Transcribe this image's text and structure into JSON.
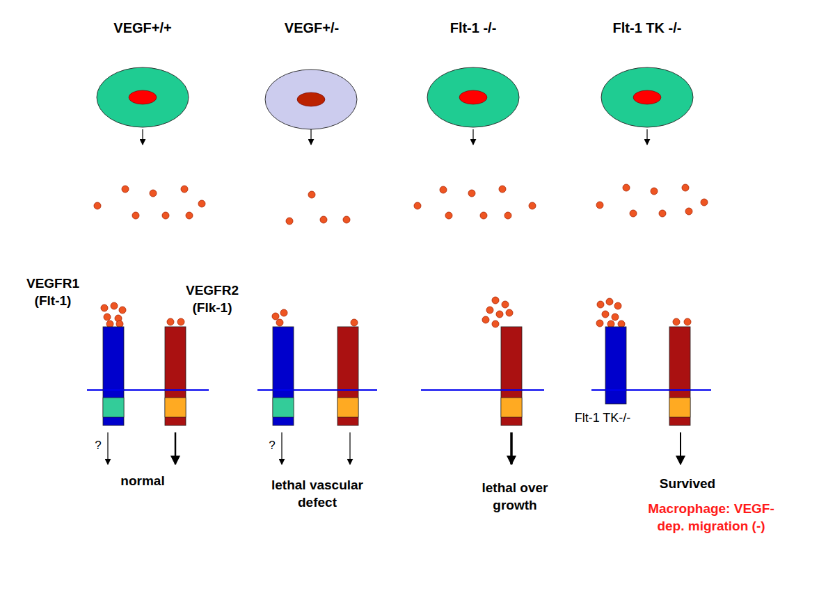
{
  "diagram": {
    "labels": [
      "VEGF+/+",
      "VEGF+/-",
      "Flt-1 -/-",
      "Flt-1 TK -/-",
      "VEGFR1 (Flt-1)",
      "VEGFR2 (Flk-1)",
      "?",
      "?",
      "normal",
      "lethal vascular defect",
      "Flt-1 TK-/-",
      "lethal over growth",
      "Survived",
      "Macrophage: VEGF-dep. migration (-)"
    ]
  }
}
